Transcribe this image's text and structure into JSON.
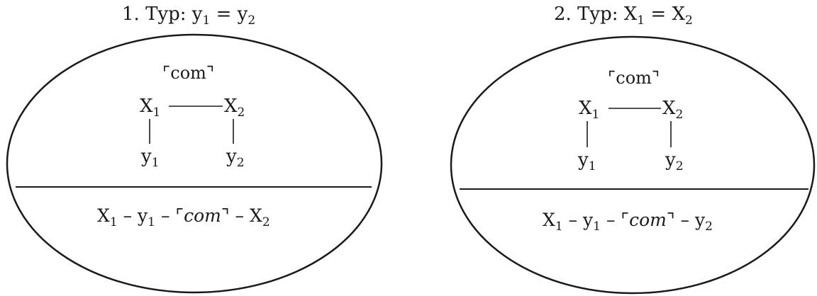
{
  "panels": [
    {
      "title": {
        "prefix": "1. Typ: ",
        "lhs": {
          "base": "y",
          "sub": "1"
        },
        "eq": " = ",
        "rhs": {
          "base": "y",
          "sub": "2"
        }
      },
      "com_label": "⌜com⌝",
      "nodes": {
        "x1": {
          "base": "X",
          "sub": "1"
        },
        "x2": {
          "base": "X",
          "sub": "2"
        },
        "y1": {
          "base": "y",
          "sub": "1"
        },
        "y2": {
          "base": "y",
          "sub": "2"
        }
      },
      "formula": {
        "a": {
          "base": "X",
          "sub": "1"
        },
        "d1": " – ",
        "b": {
          "base": "y",
          "sub": "1"
        },
        "d2": " – ",
        "com_open": "⌜",
        "com": "com",
        "com_close": "⌝",
        "d3": " – ",
        "c": {
          "base": "X",
          "sub": "2"
        }
      }
    },
    {
      "title": {
        "prefix": "2. Typ: ",
        "lhs": {
          "base": "X",
          "sub": "1"
        },
        "eq": " = ",
        "rhs": {
          "base": "X",
          "sub": "2"
        }
      },
      "com_label": "⌜com⌝",
      "nodes": {
        "x1": {
          "base": "X",
          "sub": "1"
        },
        "x2": {
          "base": "X",
          "sub": "2"
        },
        "y1": {
          "base": "y",
          "sub": "1"
        },
        "y2": {
          "base": "y",
          "sub": "2"
        }
      },
      "formula": {
        "a": {
          "base": "X",
          "sub": "1"
        },
        "d1": " – ",
        "b": {
          "base": "y",
          "sub": "1"
        },
        "d2": " – ",
        "com_open": "⌜",
        "com": "com",
        "com_close": "⌝",
        "d3": " – ",
        "c": {
          "base": "y",
          "sub": "2"
        }
      }
    }
  ]
}
